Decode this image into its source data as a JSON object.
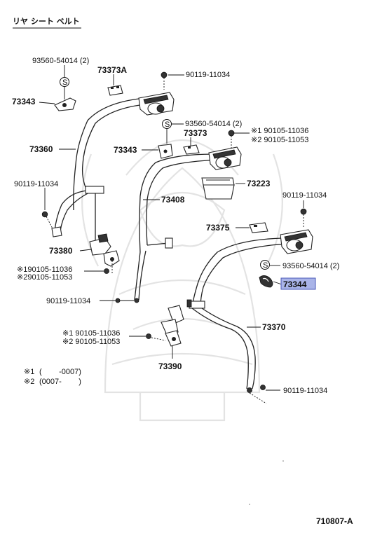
{
  "title": "リヤ シート ベルト",
  "diagram_code": "710807-A",
  "s_marker": "S",
  "labels": {
    "l93560_top": "93560-54014 (2)",
    "l73373A": "73373A",
    "l90119_top": "90119-11034",
    "l73343_a": "73343",
    "l93560_mid": "93560-54014 (2)",
    "l73373": "73373",
    "l90105_11036_a": "※1 90105-11036",
    "l90105_11053_a": "※2 90105-11053",
    "l73360": "73360",
    "l73343_b": "73343",
    "l90119_left": "90119-11034",
    "l73223": "73223",
    "l73408": "73408",
    "l90119_right": "90119-11034",
    "l73375": "73375",
    "l73380": "73380",
    "l90105_11036_b": "※190105-11036",
    "l90105_11053_b": "※290105-11053",
    "l93560_right": "93560-54014 (2)",
    "l73344": "73344",
    "l90119_low": "90119-11034",
    "l73370": "73370",
    "l90105_11036_c": "※1 90105-11036",
    "l90105_11053_c": "※2 90105-11053",
    "l73390": "73390",
    "l90119_bottom": "90119-11034"
  },
  "notes": {
    "note1_mark": "※1",
    "note1_text": "(        -0007)",
    "note2_mark": "※2",
    "note2_text": "(0007-        )"
  },
  "highlight_color": "#a9b4e8"
}
